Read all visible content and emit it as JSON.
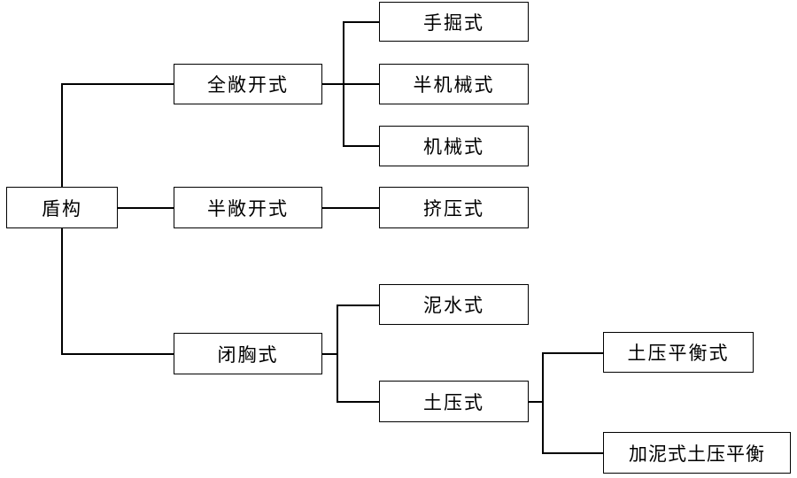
{
  "nodes": {
    "root": "盾构",
    "full_open": "全敞开式",
    "half_open": "半敞开式",
    "closed": "闭胸式",
    "manual": "手掘式",
    "semi_mech": "半机械式",
    "mechanical": "机械式",
    "extrusion": "挤压式",
    "slurry": "泥水式",
    "earth_pressure": "土压式",
    "epb": "土压平衡式",
    "mud_epb": "加泥式土压平衡"
  }
}
